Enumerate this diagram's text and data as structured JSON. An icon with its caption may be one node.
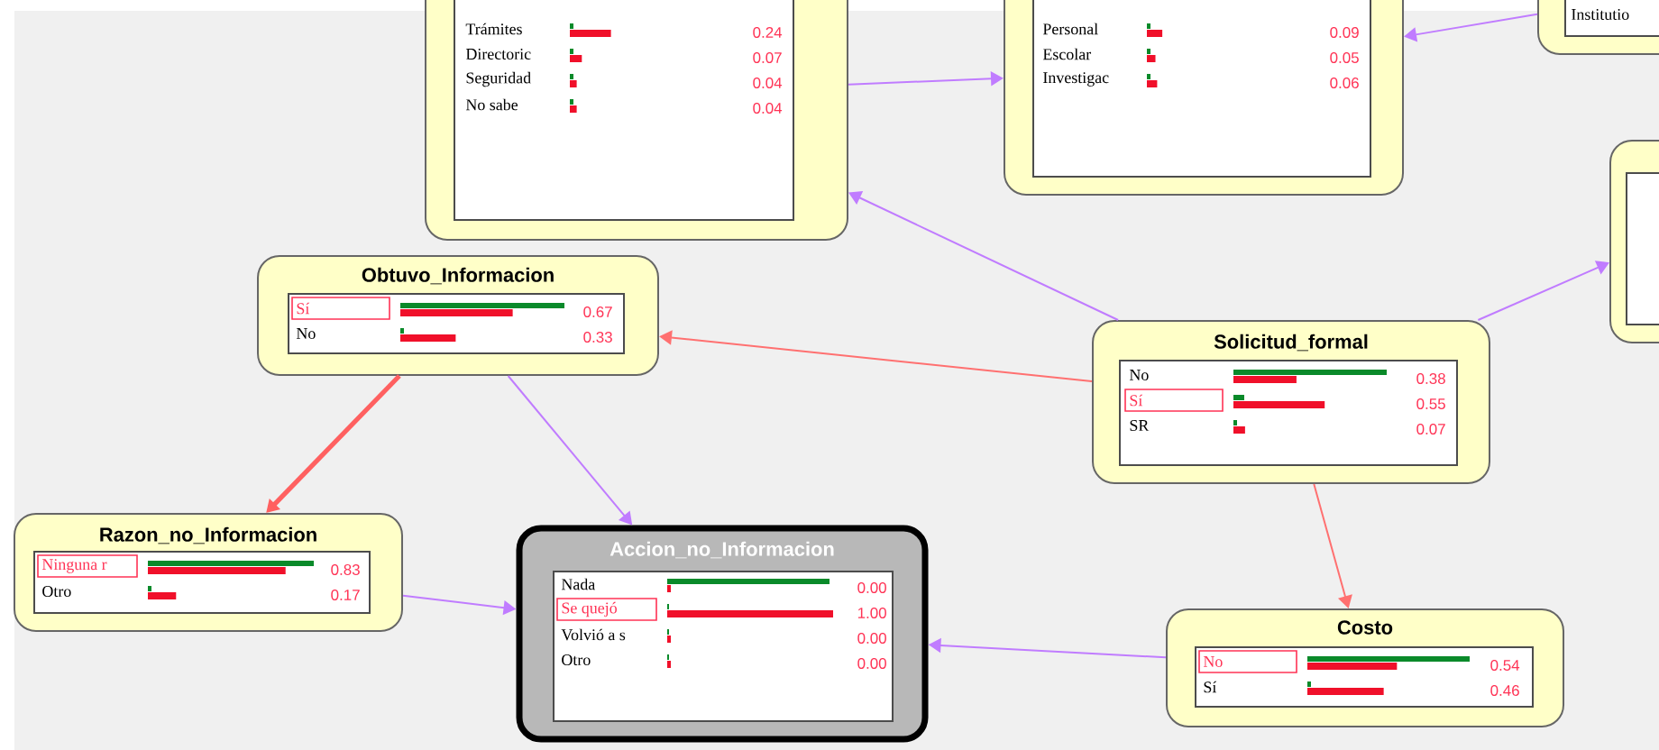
{
  "diagram": {
    "nodes": [
      {
        "text": [
          "Trámites",
          "0.24",
          "Directoric",
          "0.07",
          "Seguridad",
          "0.04",
          "No sabe",
          "0.04"
        ]
      },
      {
        "text": [
          "Personal",
          "0.09",
          "Escolar",
          "0.05",
          "Investigac",
          "0.06"
        ]
      },
      {
        "text": [
          "Institutio"
        ]
      },
      {
        "text": [],
        "shape": "box"
      },
      {
        "text": [
          "Obtuvo_Informacion",
          "Sí",
          "0.67",
          "No",
          "0.33"
        ]
      },
      {
        "text": [
          "Solicitud_formal",
          "No",
          "0.38",
          "Sí",
          "0.55",
          "SR",
          "0.07"
        ]
      },
      {
        "text": [
          "Razon_no_Informacion",
          "Ninguna r",
          "0.83",
          "Otro",
          "0.17"
        ]
      },
      {
        "text": [
          "Accion_no_Informacion",
          "Nada",
          "0.00",
          "Se quejó",
          "1.00",
          "Volvió a s",
          "0.00",
          "Otro",
          "0.00"
        ]
      },
      {
        "text": [
          "Costo",
          "No",
          "0.54",
          "Sí",
          "0.46"
        ]
      }
    ],
    "edges": [
      {
        "from": 5,
        "to": 0,
        "arrow": "to"
      },
      {
        "from": 0,
        "to": 1,
        "arrow": "to"
      },
      {
        "from": 2,
        "to": 1,
        "arrow": "to"
      },
      {
        "from": 5,
        "to": 3,
        "arrow": "to"
      },
      {
        "from": 5,
        "to": 4,
        "arrow": "to",
        "color": "#ff7070"
      },
      {
        "from": 5,
        "to": 8,
        "arrow": "to",
        "color": "#ff7070"
      },
      {
        "from": 4,
        "to": 6,
        "arrow": "to",
        "color": "#ff6060",
        "style": "thick"
      },
      {
        "from": 4,
        "to": 7,
        "arrow": "to"
      },
      {
        "from": 6,
        "to": 7,
        "arrow": "to"
      },
      {
        "from": 8,
        "to": 7,
        "arrow": "to"
      }
    ]
  }
}
